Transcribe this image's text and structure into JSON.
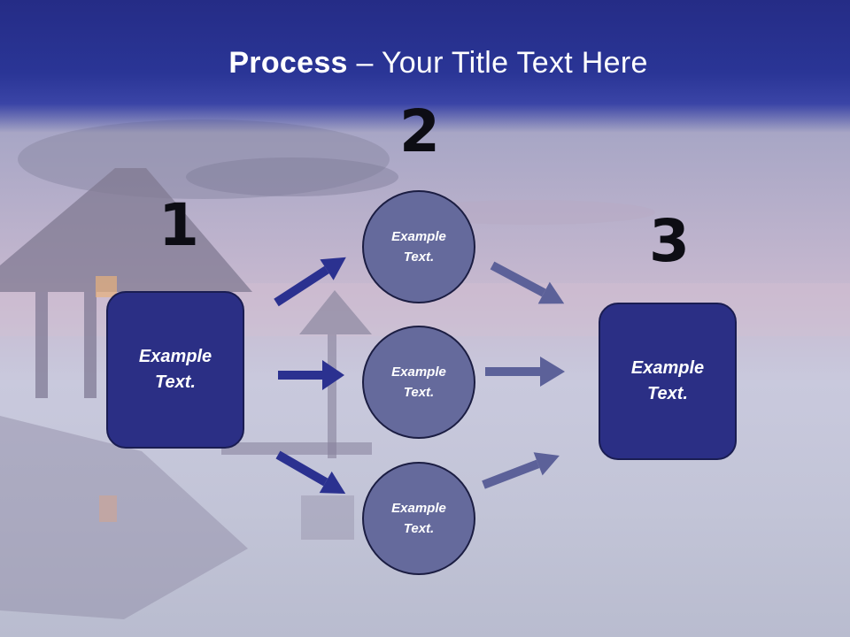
{
  "slide": {
    "title_bold": "Process",
    "title_rest": " – Your Title Text Here"
  },
  "steps": [
    {
      "number": "1",
      "label": "Example\nText."
    },
    {
      "number": "2"
    },
    {
      "number": "3",
      "label": "Example\nText."
    }
  ],
  "circles": [
    {
      "label": "Example\nText."
    },
    {
      "label": "Example\nText."
    },
    {
      "label": "Example\nText."
    }
  ],
  "colors": {
    "title_bar": "#2a3596",
    "box_fill": "#2b2f85",
    "circle_fill": "#656a9c",
    "arrow_left": "#2b3190",
    "arrow_right": "#5c6199"
  }
}
